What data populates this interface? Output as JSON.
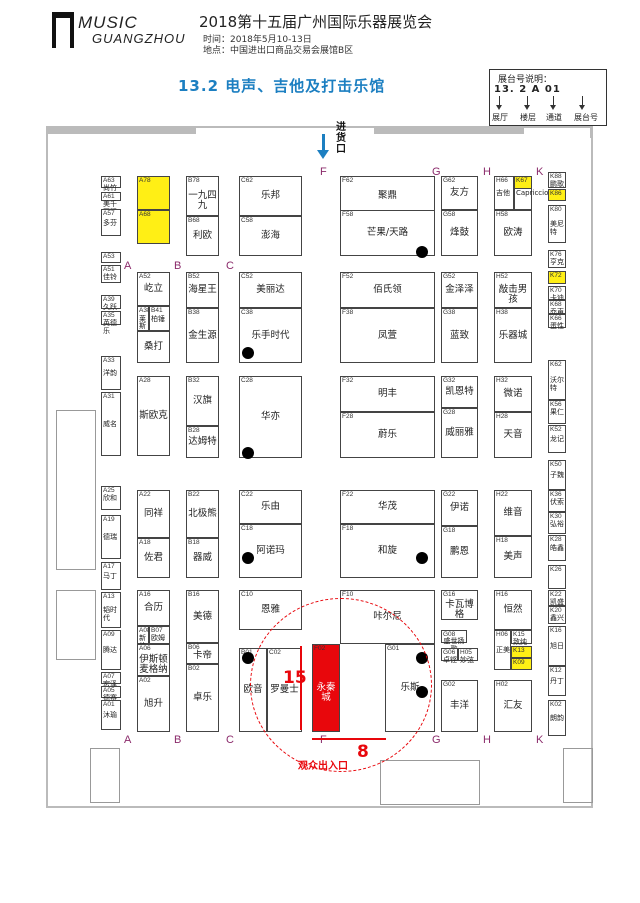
{
  "header": {
    "logo_word": "MUSIC",
    "logo_city": "GUANGZHOU",
    "title": "2018第十五届广州国际乐器展览会",
    "time_line": "时间：2018年5月10-13日",
    "location_line": "地点：中国进出口商品交易会展馆B区"
  },
  "hall_title": "13.2  电声、吉他及打击乐馆",
  "legend": {
    "title": "展台号说明：",
    "code": "13. 2   A  01",
    "labels": [
      "展厅",
      "楼层",
      "通道",
      "展台号"
    ]
  },
  "entrance_label": "进货口",
  "exit_label": "观众出入口",
  "dimension_height": "15",
  "dimension_width": "8",
  "aisles_top": [
    "A",
    "B",
    "C",
    "F",
    "G",
    "H",
    "K"
  ],
  "aisles_bottom": [
    "A",
    "B",
    "C",
    "F",
    "G",
    "H",
    "K"
  ],
  "booths": [
    {
      "code": "A63",
      "name": "尚竹"
    },
    {
      "code": "A61",
      "name": "美千国际"
    },
    {
      "code": "A57",
      "name": "多芬"
    },
    {
      "code": "A53",
      "name": ""
    },
    {
      "code": "A51",
      "name": "佳铃"
    },
    {
      "code": "A39",
      "name": "久跃"
    },
    {
      "code": "A35",
      "name": "英德乐"
    },
    {
      "code": "A33",
      "name": "洋韵"
    },
    {
      "code": "A31",
      "name": "威名"
    },
    {
      "code": "A25",
      "name": "欣和"
    },
    {
      "code": "A19",
      "name": "德瑞"
    },
    {
      "code": "A17",
      "name": "马丁"
    },
    {
      "code": "A13",
      "name": "韬时代"
    },
    {
      "code": "A09",
      "name": "腾达"
    },
    {
      "code": "A07",
      "name": "宏泽"
    },
    {
      "code": "A05",
      "name": "德赛"
    },
    {
      "code": "A01",
      "name": "沐瑜"
    },
    {
      "code": "A78",
      "name": ""
    },
    {
      "code": "A68",
      "name": ""
    },
    {
      "code": "A52",
      "name": "屹立"
    },
    {
      "code": "A38",
      "name": "莱斯"
    },
    {
      "code": "B41",
      "name": "柏锤"
    },
    {
      "code": "",
      "name": "桑打"
    },
    {
      "code": "A28",
      "name": "斯欧克"
    },
    {
      "code": "A22",
      "name": "同祥"
    },
    {
      "code": "A18",
      "name": "佐君"
    },
    {
      "code": "A16",
      "name": "合历"
    },
    {
      "code": "A08",
      "name": "新佳"
    },
    {
      "code": "B07",
      "name": "欧姆"
    },
    {
      "code": "A06",
      "name": "伊斯顿 麦格纳"
    },
    {
      "code": "A02",
      "name": "旭升"
    },
    {
      "code": "B78",
      "name": "一九四九"
    },
    {
      "code": "B68",
      "name": "利欧"
    },
    {
      "code": "B52",
      "name": "海星王"
    },
    {
      "code": "B38",
      "name": "金生源"
    },
    {
      "code": "B32",
      "name": "汉旗"
    },
    {
      "code": "B28",
      "name": "达姆特"
    },
    {
      "code": "B22",
      "name": "北极熊"
    },
    {
      "code": "B18",
      "name": "器威"
    },
    {
      "code": "B16",
      "name": "美德"
    },
    {
      "code": "B06",
      "name": "卡帝"
    },
    {
      "code": "B02",
      "name": "卓乐"
    },
    {
      "code": "C62",
      "name": "乐邦"
    },
    {
      "code": "C58",
      "name": "澎海"
    },
    {
      "code": "C52",
      "name": "美丽达"
    },
    {
      "code": "C38",
      "name": "乐手时代"
    },
    {
      "code": "C28",
      "name": "华亦"
    },
    {
      "code": "C22",
      "name": "乐由"
    },
    {
      "code": "C18",
      "name": "阿诺玛"
    },
    {
      "code": "C10",
      "name": "恩雅"
    },
    {
      "code": "B01",
      "name": "欧音"
    },
    {
      "code": "C02",
      "name": "罗曼士"
    },
    {
      "code": "F62",
      "name": "聚鼎"
    },
    {
      "code": "F58",
      "name": "芒果/天路"
    },
    {
      "code": "F52",
      "name": "佰氏领"
    },
    {
      "code": "F38",
      "name": "凤萱"
    },
    {
      "code": "F32",
      "name": "明丰"
    },
    {
      "code": "F28",
      "name": "蔚乐"
    },
    {
      "code": "F22",
      "name": "华茂"
    },
    {
      "code": "F18",
      "name": "和旋"
    },
    {
      "code": "F10",
      "name": "咔尔尼"
    },
    {
      "code": "F02",
      "name": "永秦城"
    },
    {
      "code": "G01",
      "name": "乐斯"
    },
    {
      "code": "G62",
      "name": "友方"
    },
    {
      "code": "G58",
      "name": "烽鼓"
    },
    {
      "code": "G52",
      "name": "金泽泽"
    },
    {
      "code": "G38",
      "name": "蓝致"
    },
    {
      "code": "G32",
      "name": "凯恩特"
    },
    {
      "code": "G28",
      "name": "威丽雅"
    },
    {
      "code": "G22",
      "name": "伊诺"
    },
    {
      "code": "G18",
      "name": "鹏恩"
    },
    {
      "code": "G16",
      "name": "卡瓦博格"
    },
    {
      "code": "G08",
      "name": "盛世扬歌"
    },
    {
      "code": "G06",
      "name": "卓铿"
    },
    {
      "code": "H05",
      "name": "妙弦"
    },
    {
      "code": "G02",
      "name": "丰洋"
    },
    {
      "code": "H66",
      "name": "吉他"
    },
    {
      "code": "K85",
      "name": "Capriccio"
    },
    {
      "code": "K67",
      "name": ""
    },
    {
      "code": "H58",
      "name": "欧涛"
    },
    {
      "code": "H52",
      "name": "敲击男孩"
    },
    {
      "code": "H38",
      "name": "乐器城"
    },
    {
      "code": "H32",
      "name": "微诺"
    },
    {
      "code": "H28",
      "name": "天音"
    },
    {
      "code": "H22",
      "name": "维音"
    },
    {
      "code": "H18",
      "name": "美声"
    },
    {
      "code": "H16",
      "name": "恒然"
    },
    {
      "code": "H06",
      "name": "正美"
    },
    {
      "code": "K15",
      "name": "致纯"
    },
    {
      "code": "K13",
      "name": ""
    },
    {
      "code": "K09",
      "name": ""
    },
    {
      "code": "H02",
      "name": "汇友"
    },
    {
      "code": "K88",
      "name": "鹏歌"
    },
    {
      "code": "K86",
      "name": ""
    },
    {
      "code": "K80",
      "name": "美尼特"
    },
    {
      "code": "K76",
      "name": "亨克"
    },
    {
      "code": "K72",
      "name": ""
    },
    {
      "code": "K70",
      "name": "卡迪"
    },
    {
      "code": "K68",
      "name": "乔声"
    },
    {
      "code": "K66",
      "name": "蛋性"
    },
    {
      "code": "K62",
      "name": "沃尔特"
    },
    {
      "code": "K56",
      "name": "果仁"
    },
    {
      "code": "K52",
      "name": "龙记"
    },
    {
      "code": "K50",
      "name": "子魏"
    },
    {
      "code": "K36",
      "name": "伏索"
    },
    {
      "code": "K30",
      "name": "弘裕"
    },
    {
      "code": "K28",
      "name": "皓鑫"
    },
    {
      "code": "K26",
      "name": ""
    },
    {
      "code": "K22",
      "name": "凯盛"
    },
    {
      "code": "K20",
      "name": "鑫兴"
    },
    {
      "code": "K16",
      "name": "旭日"
    },
    {
      "code": "K12",
      "name": "丹丁"
    },
    {
      "code": "K02",
      "name": "朗韵"
    }
  ]
}
